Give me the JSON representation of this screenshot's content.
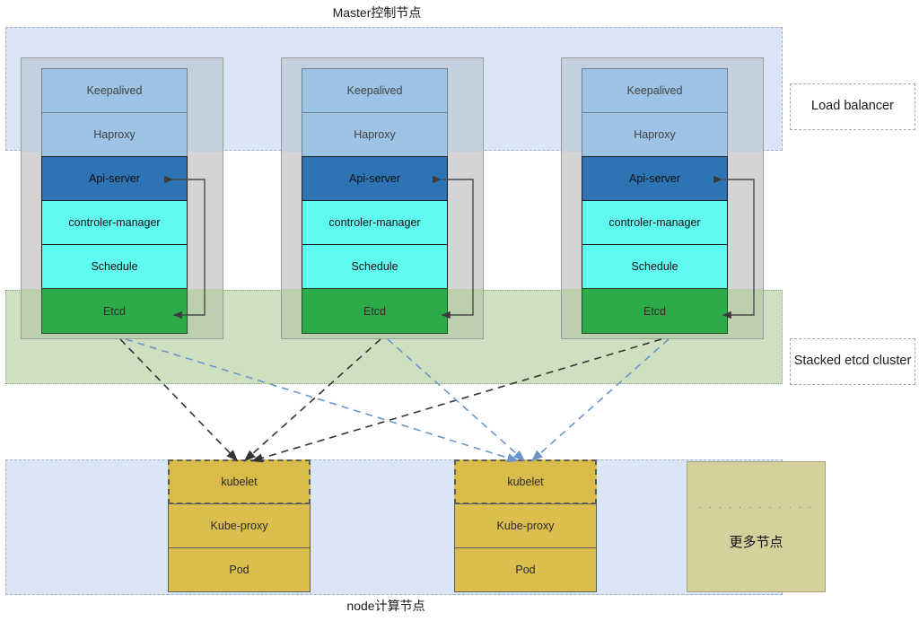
{
  "diagram": {
    "top_title": "Master控制节点",
    "bottom_title": "node计算节点"
  },
  "legends": {
    "load_balancer": "Load balancer",
    "stacked_etcd": "Stacked etcd cluster"
  },
  "master_nodes": [
    {
      "id": "master-1",
      "components": [
        {
          "name": "keepalived",
          "label": "Keepalived",
          "color": "#9dc3e6"
        },
        {
          "name": "haproxy",
          "label": "Haproxy",
          "color": "#9dc3e6"
        },
        {
          "name": "api-server",
          "label": "Api-server",
          "color": "#2e74b5"
        },
        {
          "name": "controller-manager",
          "label": "controler-manager",
          "color": "#5ffbf1"
        },
        {
          "name": "schedule",
          "label": "Schedule",
          "color": "#5ffbf1"
        },
        {
          "name": "etcd",
          "label": "Etcd",
          "color": "#2eab49"
        }
      ]
    },
    {
      "id": "master-2",
      "components": [
        {
          "name": "keepalived",
          "label": "Keepalived",
          "color": "#9dc3e6"
        },
        {
          "name": "haproxy",
          "label": "Haproxy",
          "color": "#9dc3e6"
        },
        {
          "name": "api-server",
          "label": "Api-server",
          "color": "#2e74b5"
        },
        {
          "name": "controller-manager",
          "label": "controler-manager",
          "color": "#5ffbf1"
        },
        {
          "name": "schedule",
          "label": "Schedule",
          "color": "#5ffbf1"
        },
        {
          "name": "etcd",
          "label": "Etcd",
          "color": "#2eab49"
        }
      ]
    },
    {
      "id": "master-3",
      "components": [
        {
          "name": "keepalived",
          "label": "Keepalived",
          "color": "#9dc3e6"
        },
        {
          "name": "haproxy",
          "label": "Haproxy",
          "color": "#9dc3e6"
        },
        {
          "name": "api-server",
          "label": "Api-server",
          "color": "#2e74b5"
        },
        {
          "name": "controller-manager",
          "label": "controler-manager",
          "color": "#5ffbf1"
        },
        {
          "name": "schedule",
          "label": "Schedule",
          "color": "#5ffbf1"
        },
        {
          "name": "etcd",
          "label": "Etcd",
          "color": "#2eab49"
        }
      ]
    }
  ],
  "worker_nodes": [
    {
      "id": "node-1",
      "components": [
        {
          "name": "kubelet",
          "label": "kubelet"
        },
        {
          "name": "kube-proxy",
          "label": "Kube-proxy"
        },
        {
          "name": "pod",
          "label": "Pod"
        }
      ]
    },
    {
      "id": "node-2",
      "components": [
        {
          "name": "kubelet",
          "label": "kubelet"
        },
        {
          "name": "kube-proxy",
          "label": "Kube-proxy"
        },
        {
          "name": "pod",
          "label": "Pod"
        }
      ]
    }
  ],
  "more_nodes": {
    "dots": "· · · · · · · · · · · ·",
    "label": "更多节点"
  },
  "colors": {
    "load_balancer_band": "#dae6f5",
    "etcd_band": "#cfe0c0",
    "node_band": "#dae6f5",
    "rack": "#d4d4d4",
    "worker": "#dbbe4e",
    "more_node": "#d6d09c",
    "link_black": "#333333",
    "link_blue": "#6a95c8"
  }
}
